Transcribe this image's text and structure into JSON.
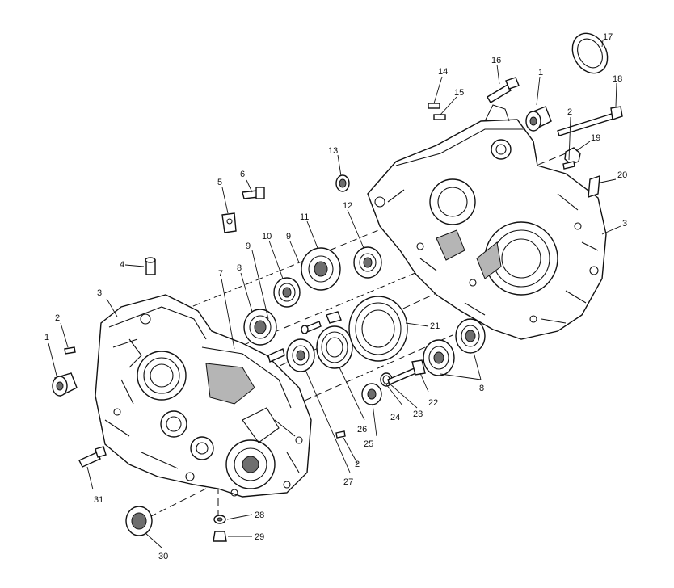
{
  "diagram": {
    "callouts": {
      "c1a": "1",
      "c1b": "1",
      "c2a": "2",
      "c2b": "2",
      "c2c": "2",
      "c3a": "3",
      "c3b": "3",
      "c4": "4",
      "c5": "5",
      "c6": "6",
      "c7": "7",
      "c8a": "8",
      "c8b": "8",
      "c9a": "9",
      "c9b": "9",
      "c10": "10",
      "c11": "11",
      "c12": "12",
      "c13": "13",
      "c14": "14",
      "c15": "15",
      "c16": "16",
      "c17": "17",
      "c18": "18",
      "c19": "19",
      "c20": "20",
      "c21": "21",
      "c22": "22",
      "c23": "23",
      "c24": "24",
      "c25": "25",
      "c26": "26",
      "c27": "27",
      "c28": "28",
      "c29": "29",
      "c30": "30",
      "c31": "31"
    }
  }
}
